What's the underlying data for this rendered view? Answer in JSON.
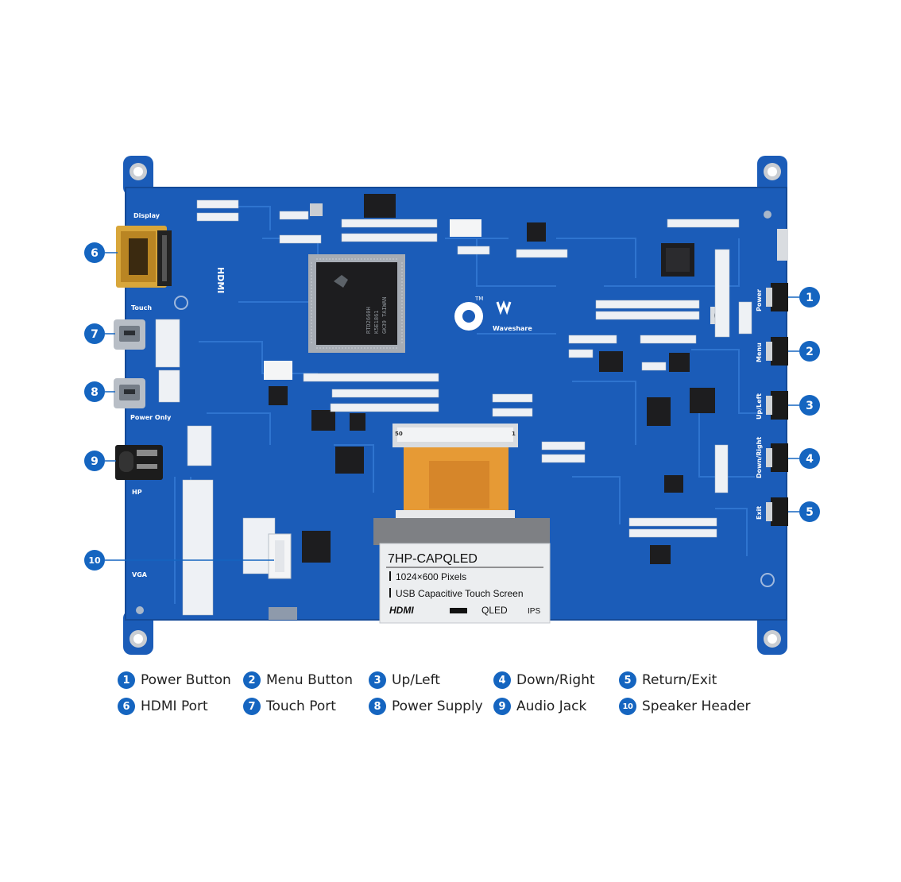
{
  "board": {
    "colors": {
      "pcb": "#1b5cb8",
      "pcb_dark": "#144a98",
      "trace": "#2f74cf",
      "callout": "#1565c0",
      "silk": "#ffffff",
      "chip": "#1d1d1f",
      "gold": "#d8a63a",
      "flex": "#e69a35"
    },
    "silkscreen": {
      "display": "Display",
      "hdmi_vertical": "HDMI",
      "touch": "Touch",
      "power_only": "Power Only",
      "hp": "HP",
      "vga": "VGA",
      "brand": "Waveshare",
      "trademark": "TM",
      "power": "Power",
      "menu": "Menu",
      "up_left": "Up/Left",
      "down_right": "Down/Right",
      "exit": "Exit",
      "chip_text_1": "RTD2660H",
      "chip_text_2": "K5E1861",
      "chip_text_3": "GK39 TAIWAN",
      "fpc_50": "50",
      "fpc_1": "1"
    },
    "product_label": {
      "model": "7HP-CAPQLED",
      "line1": "1024×600 Pixels",
      "line2": "USB Capacitive Touch Screen",
      "logo_hdmi": "HDMI",
      "logo_qled": "QLED",
      "logo_ips": "IPS"
    }
  },
  "callouts": [
    {
      "num": "1",
      "name": "power-button-callout"
    },
    {
      "num": "2",
      "name": "menu-button-callout"
    },
    {
      "num": "3",
      "name": "up-left-callout"
    },
    {
      "num": "4",
      "name": "down-right-callout"
    },
    {
      "num": "5",
      "name": "return-exit-callout"
    },
    {
      "num": "6",
      "name": "hdmi-port-callout"
    },
    {
      "num": "7",
      "name": "touch-port-callout"
    },
    {
      "num": "8",
      "name": "power-supply-callout"
    },
    {
      "num": "9",
      "name": "audio-jack-callout"
    },
    {
      "num": "10",
      "name": "speaker-header-callout"
    }
  ],
  "legend": [
    {
      "num": "1",
      "label": "Power Button"
    },
    {
      "num": "2",
      "label": "Menu Button"
    },
    {
      "num": "3",
      "label": "Up/Left"
    },
    {
      "num": "4",
      "label": "Down/Right"
    },
    {
      "num": "5",
      "label": "Return/Exit"
    },
    {
      "num": "6",
      "label": "HDMI Port"
    },
    {
      "num": "7",
      "label": "Touch Port"
    },
    {
      "num": "8",
      "label": "Power Supply"
    },
    {
      "num": "9",
      "label": "Audio Jack"
    },
    {
      "num": "10",
      "label": "Speaker Header"
    }
  ]
}
